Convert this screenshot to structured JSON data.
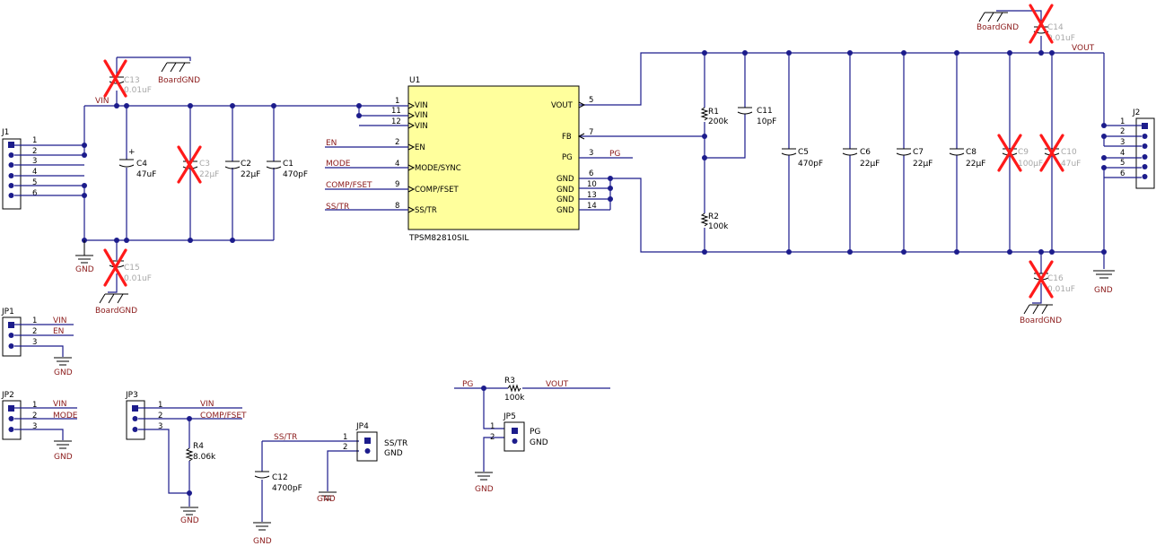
{
  "ic": {
    "ref": "U1",
    "part": "TPSM82810SIL",
    "pins": [
      {
        "num": "1",
        "name": "VIN"
      },
      {
        "num": "11",
        "name": "VIN"
      },
      {
        "num": "12",
        "name": "VIN"
      },
      {
        "num": "2",
        "name": "EN"
      },
      {
        "num": "4",
        "name": "MODE/SYNC"
      },
      {
        "num": "9",
        "name": "COMP/FSET"
      },
      {
        "num": "8",
        "name": "SS/TR"
      },
      {
        "num": "5",
        "name": "VOUT"
      },
      {
        "num": "7",
        "name": "FB"
      },
      {
        "num": "3",
        "name": "PG"
      },
      {
        "num": "6",
        "name": "GND"
      },
      {
        "num": "10",
        "name": "GND"
      },
      {
        "num": "13",
        "name": "GND"
      },
      {
        "num": "14",
        "name": "GND"
      }
    ]
  },
  "nets": {
    "vin": "VIN",
    "vout": "VOUT",
    "en": "EN",
    "mode": "MODE",
    "comp": "COMP/FSET",
    "sstr": "SS/TR",
    "pg": "PG",
    "gnd": "GND",
    "boardgnd": "BoardGND"
  },
  "connectors": {
    "j1": {
      "ref": "J1",
      "pins": [
        "1",
        "2",
        "3",
        "4",
        "5",
        "6"
      ]
    },
    "j2": {
      "ref": "J2",
      "pins": [
        "1",
        "2",
        "3",
        "4",
        "5",
        "6"
      ]
    },
    "jp1": {
      "ref": "JP1",
      "pins": [
        "1",
        "2",
        "3"
      ]
    },
    "jp2": {
      "ref": "JP2",
      "pins": [
        "1",
        "2",
        "3"
      ]
    },
    "jp3": {
      "ref": "JP3",
      "pins": [
        "1",
        "2",
        "3"
      ]
    },
    "jp4": {
      "ref": "JP4",
      "pins": [
        "1",
        "2"
      ],
      "labels": [
        "SS/TR",
        "GND"
      ]
    },
    "jp5": {
      "ref": "JP5",
      "pins": [
        "1",
        "2"
      ],
      "labels": [
        "PG",
        "GND"
      ]
    }
  },
  "components": {
    "c4": {
      "ref": "C4",
      "value": "47uF"
    },
    "c3": {
      "ref": "C3",
      "value": "22µF"
    },
    "c2": {
      "ref": "C2",
      "value": "22µF"
    },
    "c1": {
      "ref": "C1",
      "value": "470pF"
    },
    "c13": {
      "ref": "C13",
      "value": "0.01uF"
    },
    "c15": {
      "ref": "C15",
      "value": "0.01uF"
    },
    "c14": {
      "ref": "C14",
      "value": "0.01uF"
    },
    "c16": {
      "ref": "C16",
      "value": "0.01uF"
    },
    "r1": {
      "ref": "R1",
      "value": "200k"
    },
    "r2": {
      "ref": "R2",
      "value": "100k"
    },
    "c11": {
      "ref": "C11",
      "value": "10pF"
    },
    "c5": {
      "ref": "C5",
      "value": "470pF"
    },
    "c6": {
      "ref": "C6",
      "value": "22µF"
    },
    "c7": {
      "ref": "C7",
      "value": "22µF"
    },
    "c8": {
      "ref": "C8",
      "value": "22µF"
    },
    "c9": {
      "ref": "C9",
      "value": "100µF"
    },
    "c10": {
      "ref": "C10",
      "value": "47uF"
    },
    "r3": {
      "ref": "R3",
      "value": "100k"
    },
    "r4": {
      "ref": "R4",
      "value": "8.06k"
    },
    "c12": {
      "ref": "C12",
      "value": "4700pF"
    }
  }
}
